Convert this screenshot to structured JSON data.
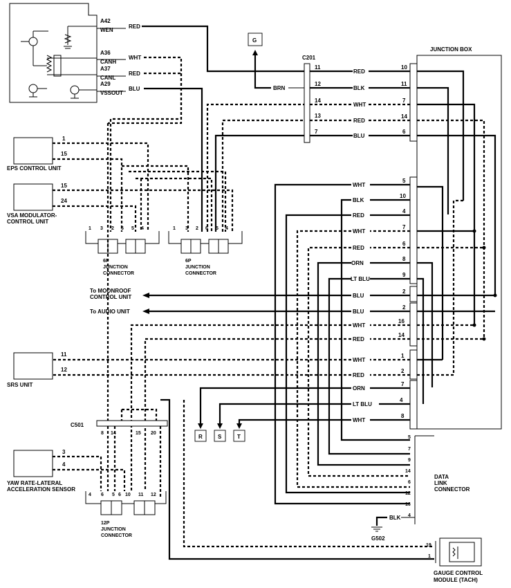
{
  "diagram": {
    "vss_module": {
      "pins": [
        "A42",
        "A36",
        "A37",
        "A29"
      ],
      "signals": [
        "WEN",
        "CANH",
        "CANL",
        "VSSOUT"
      ],
      "wire_colors": [
        "RED",
        "WHT",
        "RED",
        "BLU"
      ]
    },
    "connector_g": "G",
    "c201": {
      "name": "C201",
      "brn_label": "BRN",
      "pins": [
        "11",
        "12",
        "14",
        "13",
        "7"
      ]
    },
    "junction_box": {
      "title": "JUNCTION BOX",
      "top_rows": [
        {
          "color": "RED",
          "pin": "10"
        },
        {
          "color": "BLK",
          "pin": "11"
        },
        {
          "color": "WHT",
          "pin": "7"
        },
        {
          "color": "RED",
          "pin": "14"
        },
        {
          "color": "BLU",
          "pin": "6"
        }
      ],
      "mid_rows": [
        {
          "color": "WHT",
          "pin": "5"
        },
        {
          "color": "BLK",
          "pin": "10"
        },
        {
          "color": "RED",
          "pin": "4"
        },
        {
          "color": "WHT",
          "pin": "7"
        },
        {
          "color": "RED",
          "pin": "6"
        },
        {
          "color": "ORN",
          "pin": "8"
        },
        {
          "color": "LT BLU",
          "pin": "9"
        },
        {
          "color": "BLU",
          "pin": "2"
        },
        {
          "color": "BLU",
          "pin": "2"
        },
        {
          "color": "WHT",
          "pin": "16"
        },
        {
          "color": "RED",
          "pin": "14"
        },
        {
          "color": "WHT",
          "pin": "1"
        },
        {
          "color": "RED",
          "pin": "2"
        },
        {
          "color": "ORN",
          "pin": "7"
        },
        {
          "color": "LT BLU",
          "pin": "4"
        },
        {
          "color": "WHT",
          "pin": "8"
        }
      ]
    },
    "eps": {
      "label": "EPS CONTROL UNIT",
      "pins": [
        "1",
        "15"
      ]
    },
    "vsa": {
      "label_line1": "VSA MODULATOR-",
      "label_line2": "CONTROL UNIT",
      "pins": [
        "15",
        "24"
      ]
    },
    "jc6p_1": {
      "pins": [
        "1",
        "3",
        "2",
        "6",
        "5",
        "4"
      ],
      "label_line1": "6P",
      "label_line2": "JUNCTION",
      "label_line3": "CONNECTOR"
    },
    "jc6p_2": {
      "pins": [
        "1",
        "3",
        "2",
        "6",
        "5",
        "4"
      ],
      "label_line1": "6P",
      "label_line2": "JUNCTION",
      "label_line3": "CONNECTOR"
    },
    "moonroof_label_1": "To MOONROOF",
    "moonroof_label_2": "CONTROL UNIT",
    "audio_label": "To AUDIO UNIT",
    "srs": {
      "label": "SRS UNIT",
      "pins": [
        "11",
        "12"
      ]
    },
    "c501": {
      "name": "C501",
      "pins": [
        "8",
        "14",
        "15",
        "20"
      ]
    },
    "terminals": [
      "R",
      "S",
      "T"
    ],
    "yaw": {
      "label_line1": "YAW RATE-LATERAL",
      "label_line2": "ACCELERATION SENSOR",
      "pins": [
        "3",
        "4"
      ]
    },
    "jc12p": {
      "pins": [
        "4",
        "6",
        "5",
        "6",
        "10",
        "11",
        "12"
      ],
      "label_line1": "12P",
      "label_line2": "JUNCTION",
      "label_line3": "CONNECTOR"
    },
    "dlc": {
      "label_line1": "DATA",
      "label_line2": "LINK",
      "label_line3": "CONNECTOR",
      "pins": [
        "5",
        "7",
        "9",
        "14",
        "6",
        "12",
        "16",
        "4"
      ]
    },
    "ground": {
      "label": "G502",
      "wire_color": "BLK"
    },
    "gauge": {
      "label_line1": "GAUGE CONTROL",
      "label_line2": "MODULE (TACH)",
      "pins": [
        "19",
        "1"
      ]
    }
  }
}
